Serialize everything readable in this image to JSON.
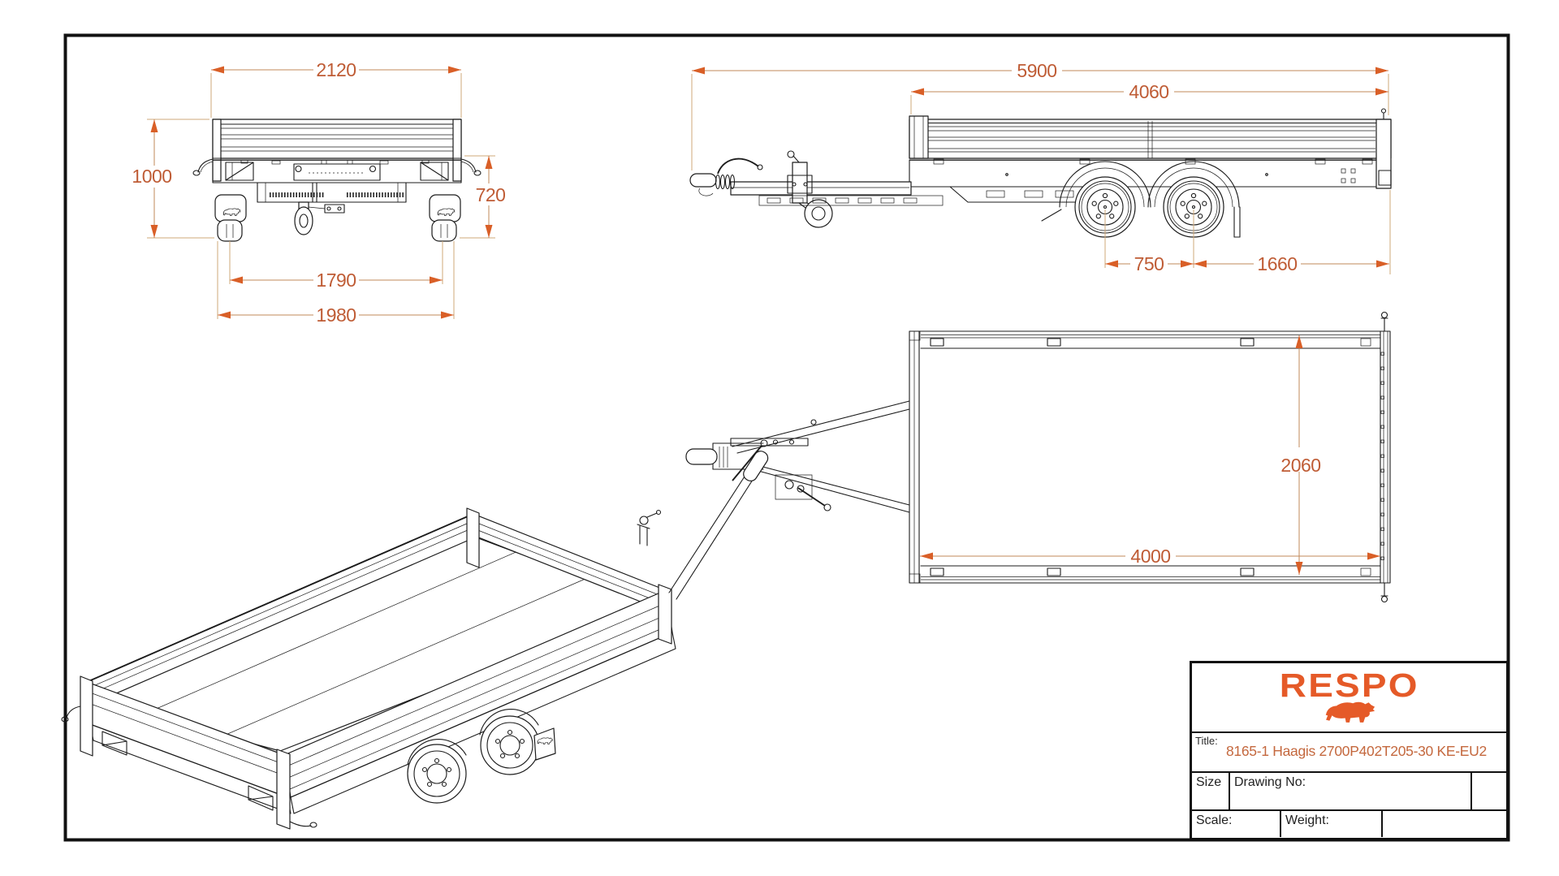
{
  "page": {
    "background": "#ffffff",
    "frame_color": "#111111"
  },
  "colors": {
    "accent": "#e55a28",
    "dimension_text": "#bf5c35",
    "dimension_line": "#c28a5a",
    "extension_line": "#cfa878",
    "ink": "#1c1c1c"
  },
  "views": {
    "rear": {
      "name": "rear view",
      "dims": {
        "top_width": "2120",
        "height": "1000",
        "frame_height": "720",
        "wheel_track": "1790",
        "overall_width": "1980"
      }
    },
    "side": {
      "name": "side view",
      "dims": {
        "overall_length": "5900",
        "bed_length": "4060",
        "axle_spacing": "750",
        "axle_to_rear": "1660"
      }
    },
    "plan": {
      "name": "top view",
      "dims": {
        "inner_width": "2060",
        "inner_length": "4000"
      }
    },
    "iso": {
      "name": "isometric view"
    }
  },
  "title_block": {
    "logo_text": "RESPO",
    "logo_icon": "bull-icon",
    "title_label": "Title:",
    "title": "8165-1 Haagis 2700P402T205-30 KE-EU2",
    "size_label": "Size",
    "drawing_no_label": "Drawing No:",
    "scale_label": "Scale:",
    "weight_label": "Weight:"
  }
}
